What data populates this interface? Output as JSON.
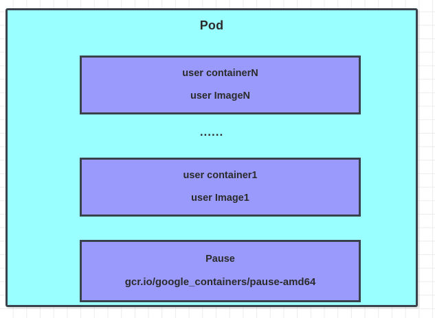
{
  "diagram": {
    "pod": {
      "title": "Pod",
      "fill_color": "#99FFFF",
      "border_color": "#39424A"
    },
    "containers": [
      {
        "name_label": "user containerN",
        "image_label": "user ImageN",
        "fill_color": "#9A9AFC"
      },
      {
        "name_label": "user container1",
        "image_label": "user Image1",
        "fill_color": "#9A9AFC"
      },
      {
        "name_label": "Pause",
        "image_label": "gcr.io/google_containers/pause-amd64",
        "fill_color": "#9A9AFC"
      }
    ],
    "ellipsis": "......"
  }
}
